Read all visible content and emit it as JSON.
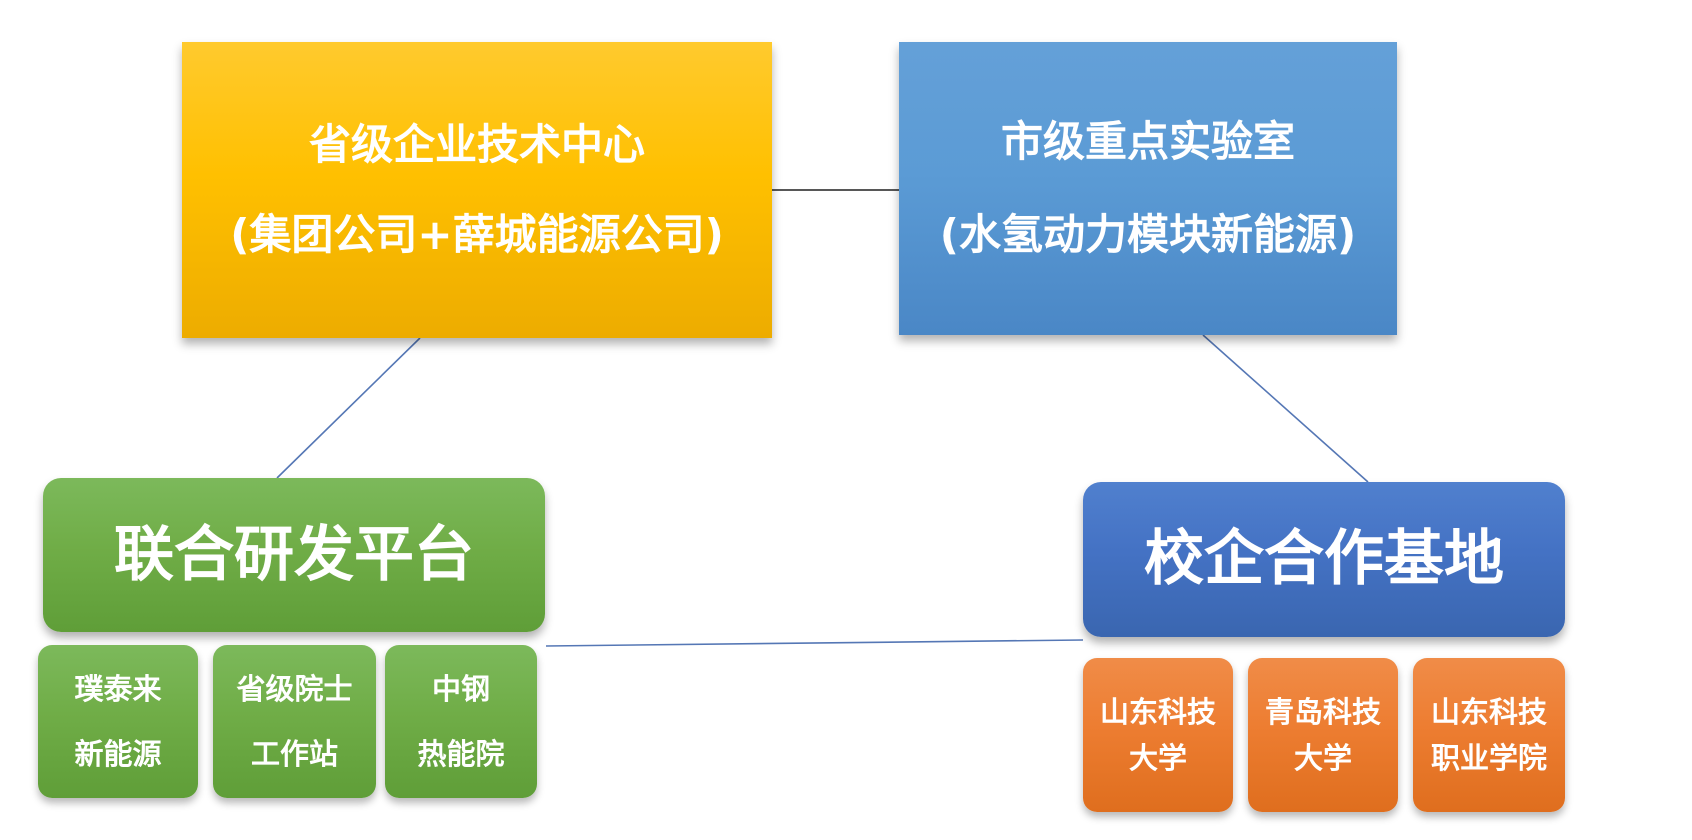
{
  "colors": {
    "text": "#FFFFFF",
    "gold_light": "#FFCA2E",
    "gold": "#FFC000",
    "gold_dark": "#EDAC00",
    "sky_light": "#64A0D8",
    "sky": "#5B9BD5",
    "sky_dark": "#4A87C6",
    "green_light": "#7CB95B",
    "green": "#70AD47",
    "green_dark": "#5F9E38",
    "royal_light": "#5080CE",
    "royal": "#4472C4",
    "royal_dark": "#3A66B0",
    "orange_light": "#F08C48",
    "orange": "#ED7D31",
    "orange_dark": "#DF6E1E",
    "connector_blue": "#5577B5",
    "connector_dark": "#3F3F3F"
  },
  "nodes": {
    "tech_center": {
      "line1": "省级企业技术中心",
      "line2": "(集团公司+薛城能源公司)"
    },
    "key_lab": {
      "line1": "市级重点实验室",
      "line2": "(水氢动力模块新能源)"
    },
    "rd_platform": {
      "label": "联合研发平台"
    },
    "coop_base": {
      "label": "校企合作基地"
    },
    "rd_partners": [
      {
        "line1": "璞泰来",
        "line2": "新能源"
      },
      {
        "line1": "省级院士",
        "line2": "工作站"
      },
      {
        "line1": "中钢",
        "line2": "热能院"
      }
    ],
    "base_partners": [
      {
        "line1": "山东科技",
        "line2": "大学"
      },
      {
        "line1": "青岛科技",
        "line2": "大学"
      },
      {
        "line1": "山东科技",
        "line2": "职业学院"
      }
    ]
  }
}
